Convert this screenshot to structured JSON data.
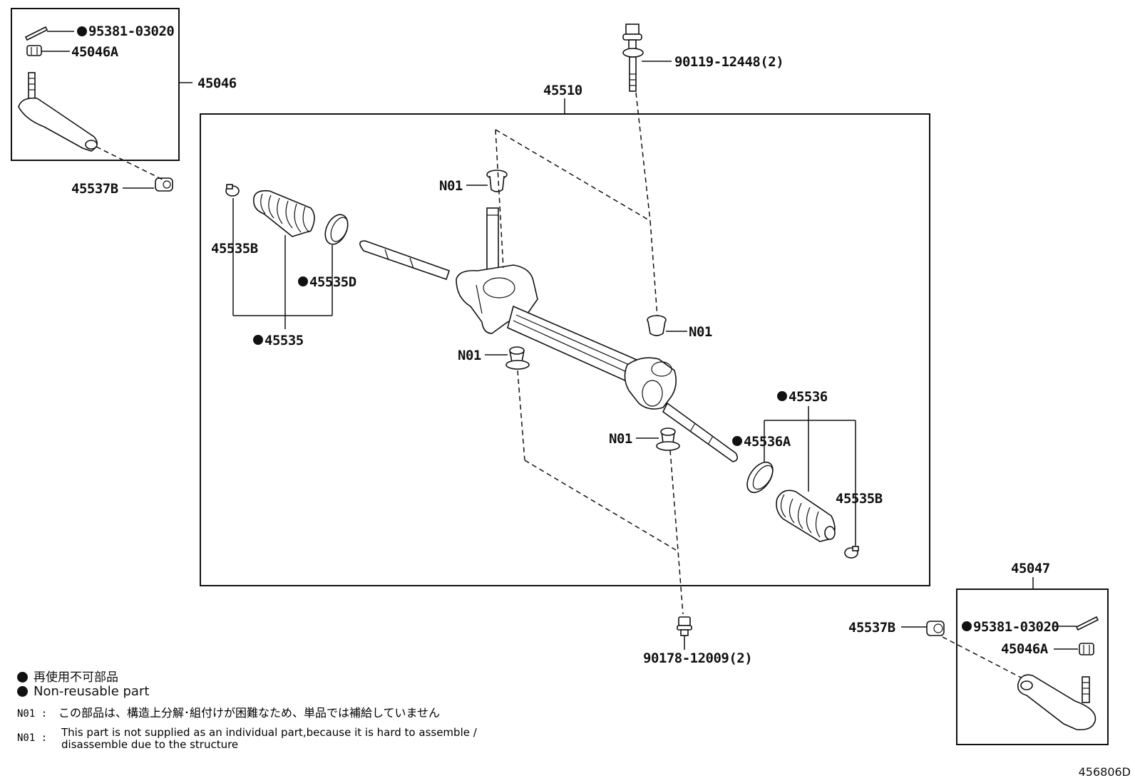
{
  "diagram_id": "456806D",
  "labels": {
    "p95381_tl": "95381-03020",
    "p45046A_tl": "45046A",
    "p45046": "45046",
    "p45537B_l": "45537B",
    "p90119": "90119-12448(2)",
    "p45510": "45510",
    "p45535B_l": "45535B",
    "p45535D": "45535D",
    "p45535": "45535",
    "n01_a": "N01",
    "n01_b": "N01",
    "n01_c": "N01",
    "n01_d": "N01",
    "p45536": "45536",
    "p45536A": "45536A",
    "p45535B_r": "45535B",
    "p90178": "90178-12009(2)",
    "p45047": "45047",
    "p45537B_r": "45537B",
    "p95381_br": "95381-03020",
    "p45046A_br": "45046A"
  },
  "legend": {
    "non_reusable_jp": "再使用不可部品",
    "non_reusable_en": "Non-reusable part",
    "note_key_1": "N01 :",
    "note_jp": "この部品は、構造上分解･組付けが困難なため、単品では補給していません",
    "note_key_2": "N01 :",
    "note_en_1": "This part is not supplied as an individual part,because it is hard to assemble /",
    "note_en_2": "disassemble due to the structure"
  }
}
